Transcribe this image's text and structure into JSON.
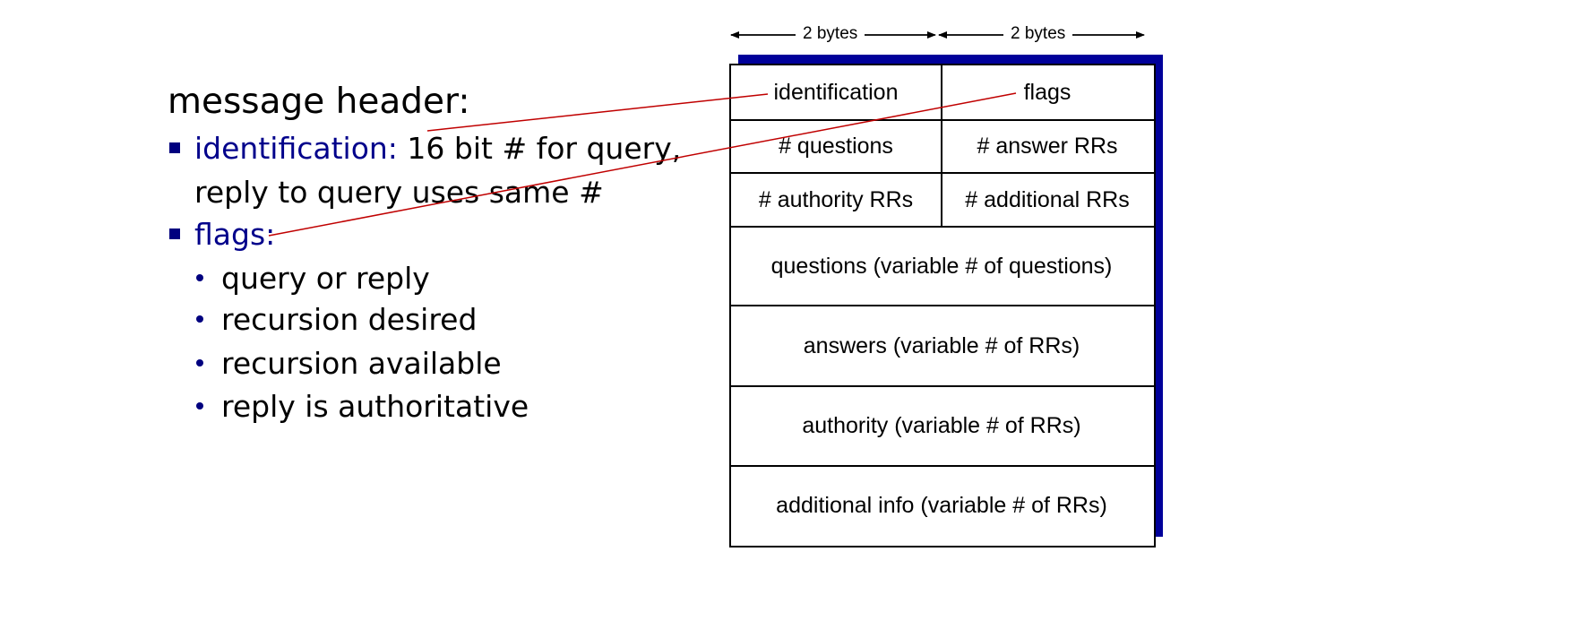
{
  "left": {
    "heading": "message header:",
    "bullets": [
      {
        "keyword": "identification:",
        "text": " 16 bit # for query,",
        "continuation": "reply to query uses same #"
      },
      {
        "keyword": "flags:"
      }
    ],
    "sub_bullets": [
      "query or reply",
      "recursion desired",
      "recursion available",
      "reply is authoritative"
    ]
  },
  "diagram": {
    "byte_labels": [
      "2 bytes",
      "2 bytes"
    ],
    "rows": [
      [
        "identification",
        "flags"
      ],
      [
        "# questions",
        "# answer RRs"
      ],
      [
        "# authority RRs",
        "# additional RRs"
      ]
    ],
    "sections": [
      "questions (variable # of questions)",
      "answers (variable # of RRs)",
      "authority (variable # of RRs)",
      "additional info (variable # of RRs)"
    ]
  },
  "colors": {
    "keyword": "#00008b",
    "bullet": "#00007f",
    "shadow": "#00009a",
    "connector": "#c00000"
  }
}
